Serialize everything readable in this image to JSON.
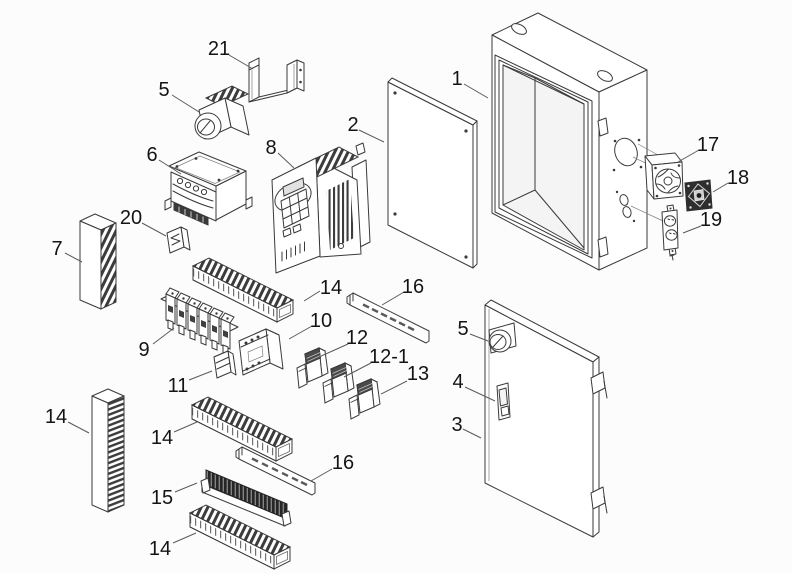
{
  "diagram": {
    "kind": "exploded-view-parts-diagram",
    "colors": {
      "background": "#fcfcfc",
      "line": "#3a3a3a",
      "dark_fill": "#2e2e2e"
    },
    "labels": {
      "part1": "1",
      "part2": "2",
      "part3": "3",
      "part4": "4",
      "part5_top": "5",
      "part5_door": "5",
      "part6": "6",
      "part7": "7",
      "part8": "8",
      "part9": "9",
      "part10": "10",
      "part11": "11",
      "part12": "12",
      "part12_1": "12-1",
      "part13": "13",
      "part14_top": "14",
      "part14_left": "14",
      "part14_mid": "14",
      "part14_bottom": "14",
      "part15": "15",
      "part16_top": "16",
      "part16_bottom": "16",
      "part17": "17",
      "part18": "18",
      "part19": "19",
      "part20": "20",
      "part21": "21"
    }
  }
}
